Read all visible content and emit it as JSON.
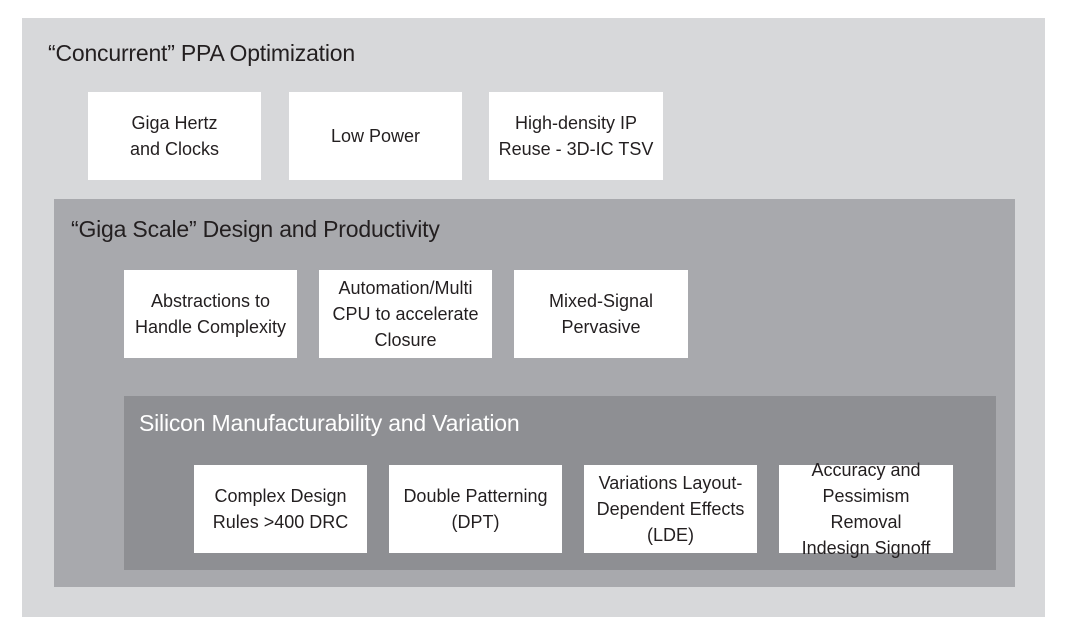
{
  "outer": {
    "title": "“Concurrent” PPA Optimization",
    "boxes": [
      "Giga Hertz\nand Clocks",
      "Low Power",
      "High-density IP\nReuse - 3D-IC TSV"
    ]
  },
  "middle": {
    "title": "“Giga Scale” Design and Productivity",
    "boxes": [
      "Abstractions to\nHandle Complexity",
      "Automation/Multi\nCPU to accelerate\nClosure",
      "Mixed-Signal\nPervasive"
    ]
  },
  "inner": {
    "title": "Silicon Manufacturability and Variation",
    "boxes": [
      "Complex Design\nRules >400 DRC",
      "Double Patterning\n(DPT)",
      "Variations Layout-\nDependent Effects\n(LDE)",
      "Accuracy and\nPessimism Removal\nIndesign Signoff"
    ]
  },
  "colors": {
    "outer_bg": "#d7d8da",
    "middle_bg": "#a8a9ad",
    "inner_bg": "#8e8f93",
    "box_bg": "#ffffff"
  }
}
